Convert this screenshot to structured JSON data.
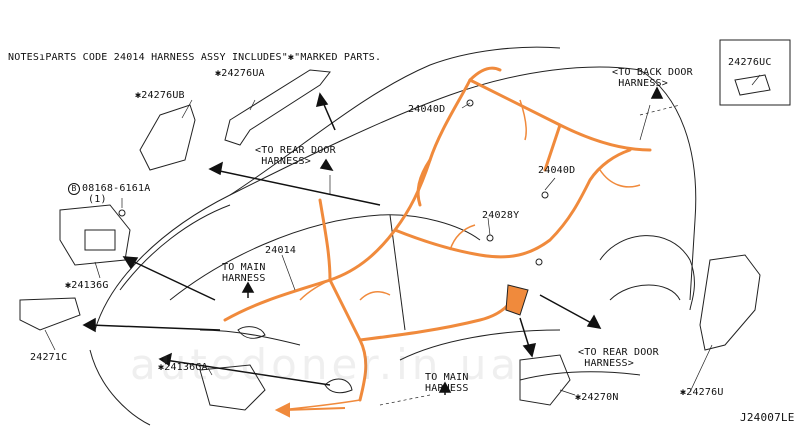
{
  "notes": "NOTESıPARTS CODE 24014 HARNESS ASSY INCLUDES\"✱\"MARKED PARTS.",
  "diagram_id": "J24007LE",
  "watermark": "autodoner.in.ua",
  "colors": {
    "harness": "#f08a3c",
    "line": "#222222",
    "arrow": "#111111",
    "accent_arrow": "#f08a3c"
  },
  "labels": {
    "p24276UA": "✱24276UA",
    "p24276UB": "✱24276UB",
    "p24276UC": "24276UC",
    "p24040D_1": "24040D",
    "p24040D_2": "24040D",
    "p24028Y": "24028Y",
    "p24014": "24014",
    "bolt": "08168-6161A",
    "bolt_qty": "(1)",
    "bolt_ref": "B",
    "p24136G": "✱24136G",
    "p24271C": "24271C",
    "p24136GA": "✱24136GA",
    "p24270N": "✱24270N",
    "p24276U": "✱24276U",
    "to_rear_door_1": "<TO REAR DOOR\n HARNESS>",
    "to_back_door": "<TO BACK DOOR\n HARNESS>",
    "to_main_1": "TO MAIN\nHARNESS",
    "to_main_2": "TO MAIN\nHARNESS",
    "to_rear_door_2": "<TO REAR DOOR\n HARNESS>"
  }
}
